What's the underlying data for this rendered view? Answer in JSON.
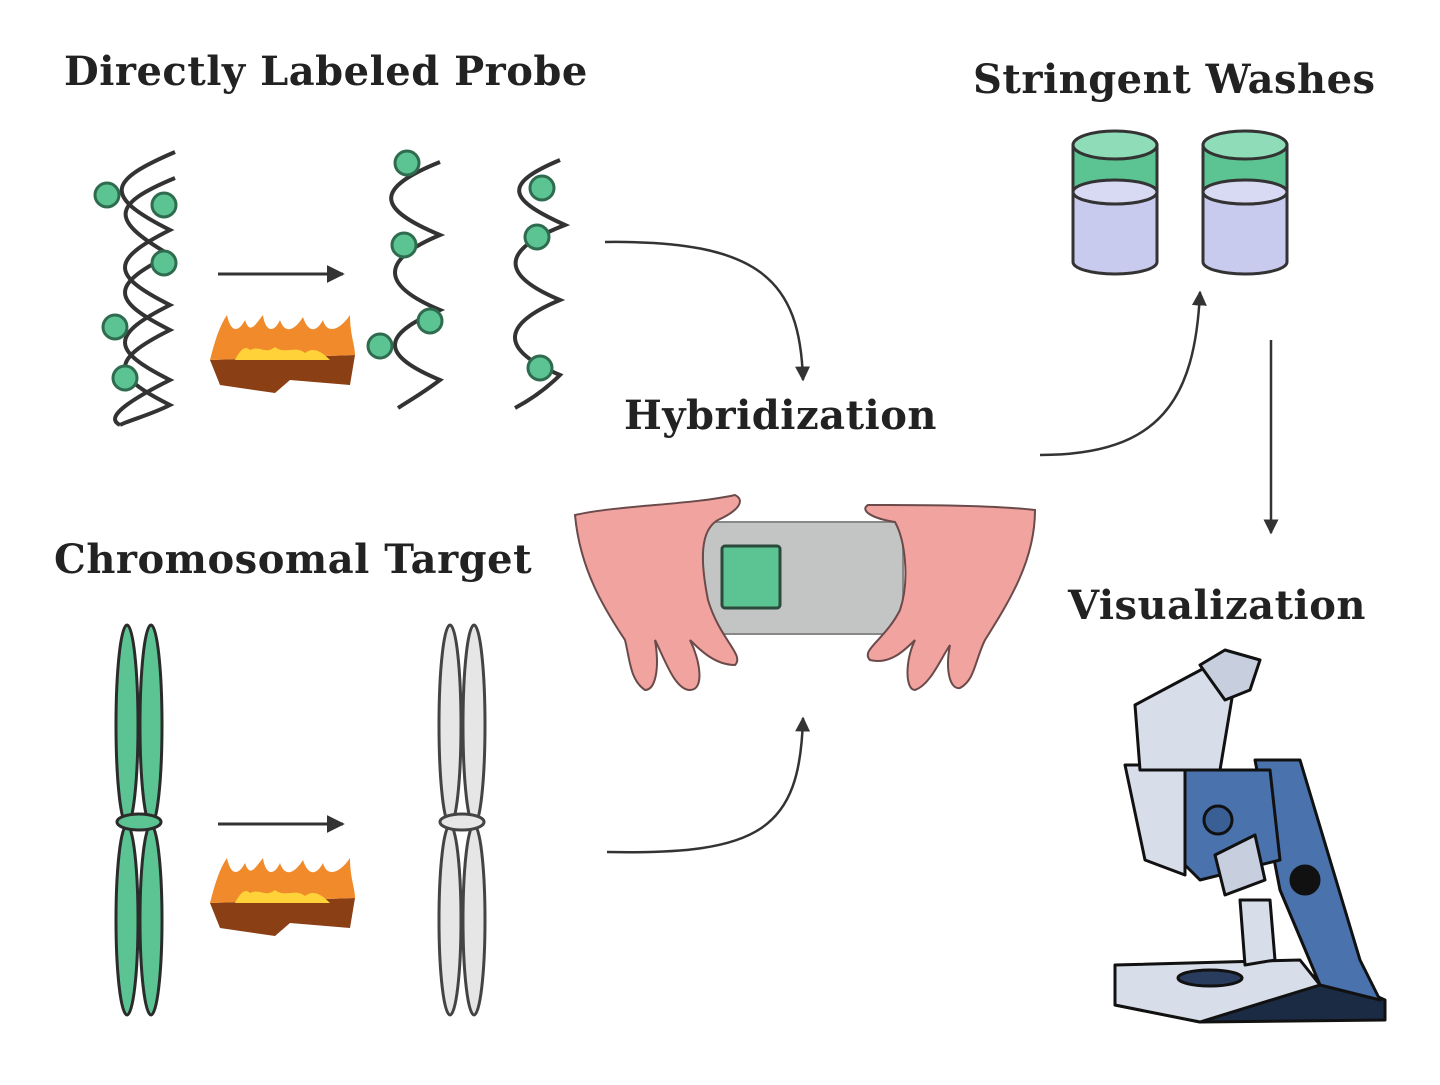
{
  "labels": {
    "probe": "Directly Labeled Probe",
    "washes": "Stringent Washes",
    "hybridization": "Hybridization",
    "target": "Chromosomal Target",
    "visualization": "Visualization"
  },
  "colors": {
    "green": "#5cc492",
    "green_dark": "#2f6b4f",
    "lavender": "#c9cbee",
    "slide_gray": "#c3c4c4",
    "skin": "#f1a3a0",
    "flame_orange": "#f08a2a",
    "flame_yellow": "#ffd23a",
    "wood": "#8a3f14",
    "micro_blue": "#4a72ad",
    "micro_light": "#d7dde9",
    "line": "#333333"
  }
}
